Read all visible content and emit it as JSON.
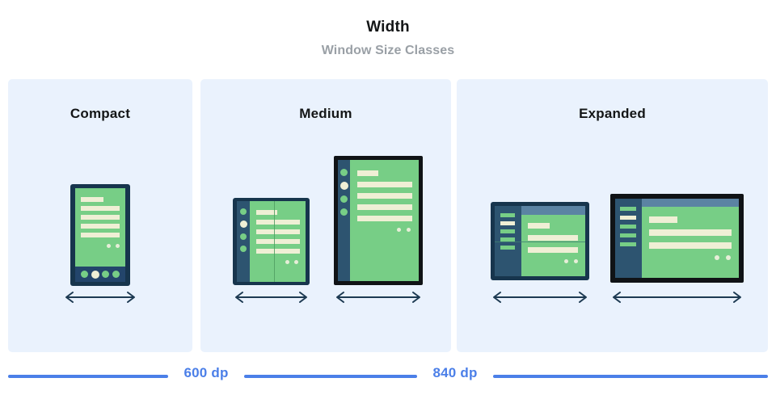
{
  "header": {
    "title": "Width",
    "subtitle": "Window Size Classes"
  },
  "colors": {
    "panel_bg": "#eaf2fd",
    "page_bg": "#ffffff",
    "screen_green": "#77ce86",
    "content_cream": "#efefd5",
    "frame_navy": "#17354d",
    "frame_black": "#101316",
    "nav_rail": "#2d5470",
    "top_bar": "#5b83a3",
    "nav_bottom_bar": "#23456b",
    "measure_blue": "#4b7fe8",
    "title_text": "#131516",
    "subtitle_text": "#9aa0a6",
    "arrow": "#1d3a52"
  },
  "panels": [
    {
      "id": "compact",
      "label": "Compact",
      "devices": [
        {
          "name": "phone",
          "orientation": "portrait",
          "frame": "navy",
          "has_bottom_nav": true,
          "nav_dots": 4
        }
      ],
      "arrows": 1
    },
    {
      "id": "medium",
      "label": "Medium",
      "devices": [
        {
          "name": "foldable-unfolded",
          "orientation": "portrait",
          "frame": "navy",
          "has_nav_rail": true,
          "rail_dots": 4,
          "fold": "vertical"
        },
        {
          "name": "tablet",
          "orientation": "portrait",
          "frame": "black",
          "has_nav_rail": true,
          "rail_dots": 4
        }
      ],
      "arrows": 2
    },
    {
      "id": "expanded",
      "label": "Expanded",
      "devices": [
        {
          "name": "foldable-landscape",
          "orientation": "landscape",
          "frame": "navy",
          "has_nav_panel": true,
          "rail_bars": 5,
          "fold": "horizontal",
          "has_top_bar": true
        },
        {
          "name": "tablet-landscape",
          "orientation": "landscape",
          "frame": "black",
          "has_nav_panel": true,
          "rail_bars": 5,
          "has_top_bar": true
        }
      ],
      "arrows": 2
    }
  ],
  "measurements": [
    {
      "label": "600 dp",
      "value": 600,
      "unit": "dp"
    },
    {
      "label": "840 dp",
      "value": 840,
      "unit": "dp"
    }
  ]
}
